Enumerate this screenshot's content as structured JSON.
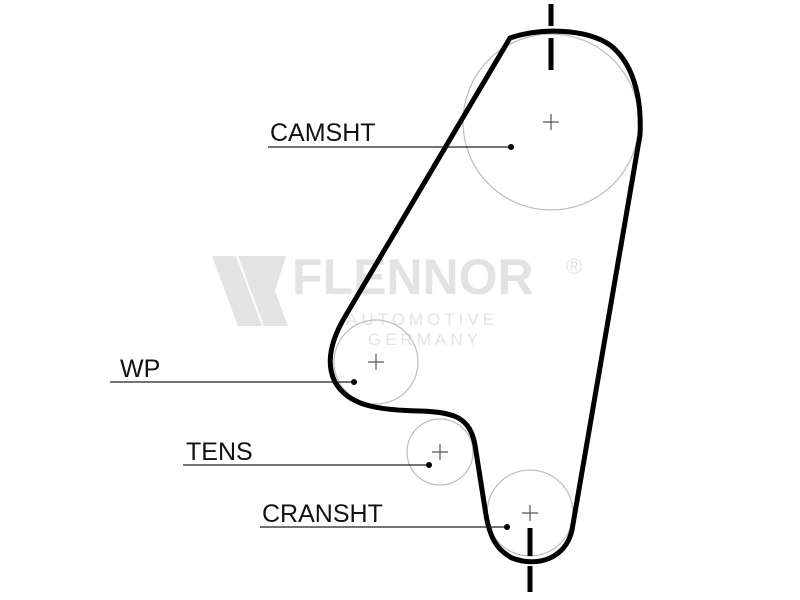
{
  "pulleys": {
    "camshaft": {
      "label": "CAMSHT"
    },
    "water_pump": {
      "label": "WP"
    },
    "tensioner": {
      "label": "TENS"
    },
    "crankshaft": {
      "label": "CRANSHT"
    }
  },
  "watermark": {
    "brand": "FLENNOR",
    "registered": "®",
    "line1": "AUTOMOTIVE",
    "line2": "GERMANY"
  },
  "colors": {
    "belt": "#000000",
    "pulley_outline": "#bdbdbd",
    "leader_line": "#222222",
    "watermark": "#e3e3e3"
  }
}
